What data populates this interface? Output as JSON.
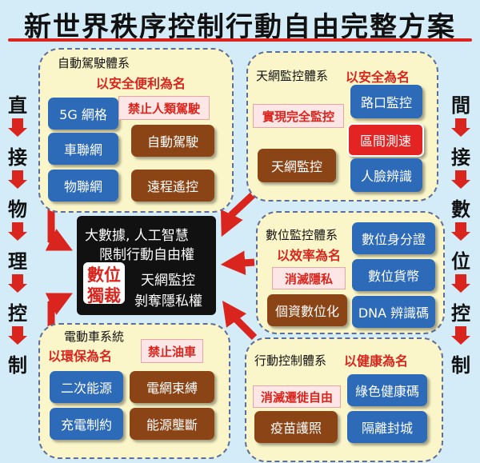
{
  "title": "新世界秩序控制行動自由完整方案",
  "left_side": [
    "直",
    "接",
    "物",
    "理",
    "控",
    "制"
  ],
  "right_side": [
    "間",
    "接",
    "數",
    "位",
    "控",
    "制"
  ],
  "center": {
    "lines": [
      "大數據, 人工智慧",
      "限制行動自由權",
      "天網監控",
      "剝奪隱私權"
    ],
    "tag": [
      "數位",
      "獨裁"
    ]
  },
  "groups": {
    "auto": {
      "title": "自動駕駛體系",
      "slogan": "以安全便利為名",
      "pink": "禁止人類駕駛",
      "blue": [
        "5G 網格",
        "車聯網",
        "物聯網"
      ],
      "brown": [
        "自動駕駛",
        "遠程遙控"
      ]
    },
    "skynet": {
      "title": "天網監控體系",
      "slogan": "以安全為名",
      "pink": "實現完全監控",
      "blue": [
        "路口監控",
        "人臉辨識"
      ],
      "red": "區間測速",
      "brown": [
        "天網監控"
      ]
    },
    "digital": {
      "title": "數位監控體系",
      "slogan": "以效率為名",
      "pink": "消滅隱私",
      "blue": [
        "數位身分證",
        "數位貨幣",
        "DNA 辨識碼"
      ],
      "brown": [
        "個資數位化"
      ]
    },
    "ev": {
      "title": "電動車系統",
      "slogan": "以環保為名",
      "pink": "禁止油車",
      "blue": [
        "二次能源",
        "充電制約"
      ],
      "brown": [
        "電網束縛",
        "能源壟斷"
      ]
    },
    "move": {
      "title": "行動控制體系",
      "slogan": "以健康為名",
      "pink": "消滅遷徙自由",
      "blue": [
        "綠色健康碼",
        "隔離封城"
      ],
      "brown": [
        "疫苗護照"
      ]
    }
  },
  "colors": {
    "red": "#d9251d",
    "blue": "#2d6bb8",
    "brown": "#8a4416",
    "panel": "#fbf6c9",
    "background": "#d3ecf8"
  }
}
